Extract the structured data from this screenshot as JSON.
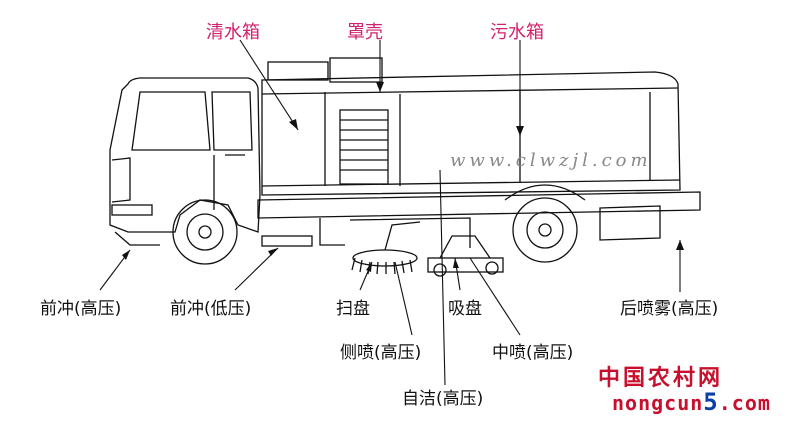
{
  "labels": {
    "water_tank_clean": "清水箱",
    "hood": "罩壳",
    "water_tank_dirty": "污水箱",
    "front_flush_high": "前冲(高压)",
    "front_flush_low": "前冲(低压)",
    "sweep_disc": "扫盘",
    "suction_disc": "吸盘",
    "rear_spray_high": "后喷雾(高压)",
    "side_spray_high": "侧喷(高压)",
    "middle_spray": "中喷(高压)",
    "self_clean_high": "自洁(高压)"
  },
  "watermark": {
    "site": "www.clwzjl.com",
    "brand_cn": "中国农村网",
    "brand_en_prefix": "nongcun",
    "brand_en_num": "5",
    "brand_en_suffix": ".com"
  },
  "colors": {
    "title_labels": "#d1226f",
    "line": "#111111",
    "brand_red": "#c8102e",
    "brand_blue": "#0a3fa8"
  }
}
